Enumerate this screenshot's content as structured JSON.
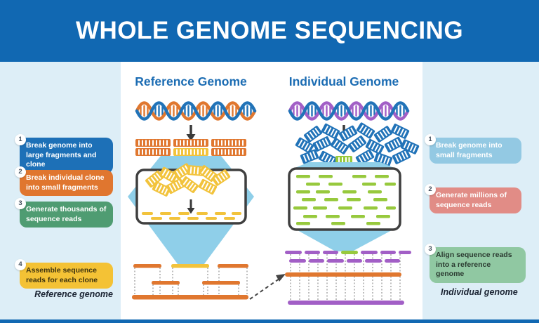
{
  "header": {
    "title": "WHOLE GENOME SEQUENCING"
  },
  "reference_column": {
    "title": "Reference Genome",
    "caption": "Reference genome",
    "steps": [
      {
        "num": "1",
        "text": "Break genome into large fragments and clone"
      },
      {
        "num": "2",
        "text": "Break individual clone into small fragments"
      },
      {
        "num": "3",
        "text": "Generate thousands of sequence reads"
      },
      {
        "num": "4",
        "text": "Assemble sequence reads for each clone"
      }
    ]
  },
  "individual_column": {
    "title": "Individual Genome",
    "caption": "Individual genome",
    "steps": [
      {
        "num": "1",
        "text": "Break genome into small fragments"
      },
      {
        "num": "2",
        "text": "Generate millions of sequence reads"
      },
      {
        "num": "3",
        "text": "Align sequence reads into a reference genome"
      }
    ]
  },
  "colors": {
    "header_bg": "#1168b2",
    "side_panel_bg": "#ddeef7",
    "step_blue": "#1d70b7",
    "step_orange": "#e0762f",
    "step_green": "#4f9c72",
    "step_yellow": "#f4c235",
    "step_light_blue": "#93c9e3",
    "step_salmon": "#e18c86",
    "step_light_green": "#90c8a2",
    "column_title_blue": "#1b6cb3",
    "dna_orange": "#e0772f",
    "dna_blue": "#2173b8",
    "dna_purple": "#a25fc6",
    "fragment_yellow": "#f2c33c",
    "read_green": "#97c93d",
    "funnel_blue": "#8fcfe9"
  }
}
